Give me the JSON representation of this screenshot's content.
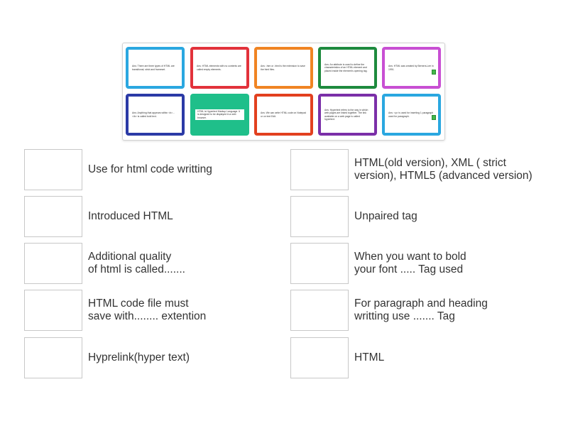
{
  "cards": [
    {
      "text": "Ans: There are three types of HTML are transitional, strict and frameset.",
      "border": "#2aa7e0"
    },
    {
      "text": "Ans: HTML elements with no contents are called empty elements.",
      "border": "#e2323b"
    },
    {
      "text": "Ans: .htm or .html is the extension to save the html files.",
      "border": "#f08423"
    },
    {
      "text": "Ans: An attribute is used to define the characteristics of an HTML element and placed inside the element's opening tag.",
      "border": "#1e8a3e"
    },
    {
      "text": "Ans: HTML was created by Berners-Lee in 1991.",
      "border": "#c84fd3"
    },
    {
      "text": "Ans: Anything that appears within <b>...</b> is called bold text.",
      "border": "#2b3aa6"
    },
    {
      "text": "HTML is Hypertext Markup Language. It is designed to be displayed in a web browser.",
      "border": "#1fbf8a"
    },
    {
      "text": "Ans: We can write HTML code on Notepad or on text Edit.",
      "border": "#e2401f"
    },
    {
      "text": "Ans: Hypertext refers to the way in which web pages are linked together. The link available on a web page is called hypertext.",
      "border": "#7b2fa8"
    },
    {
      "text": "Ans: <p> is used for inserting 1 paragraph used for paragraph.",
      "border": "#2aa7e0"
    }
  ],
  "left_labels": [
    "Use for html code writting",
    "Introduced HTML",
    "Additional quality\nof html is called.......",
    "HTML code file must\nsave with........ extention",
    "Hyprelink(hyper text)"
  ],
  "right_labels": [
    "HTML(old version), XML ( strict\nversion), HTML5 (advanced version)",
    "Unpaired tag",
    "When you want to bold\nyour font ..... Tag used",
    "For paragraph and heading\nwritting use ....... Tag",
    "HTML"
  ]
}
